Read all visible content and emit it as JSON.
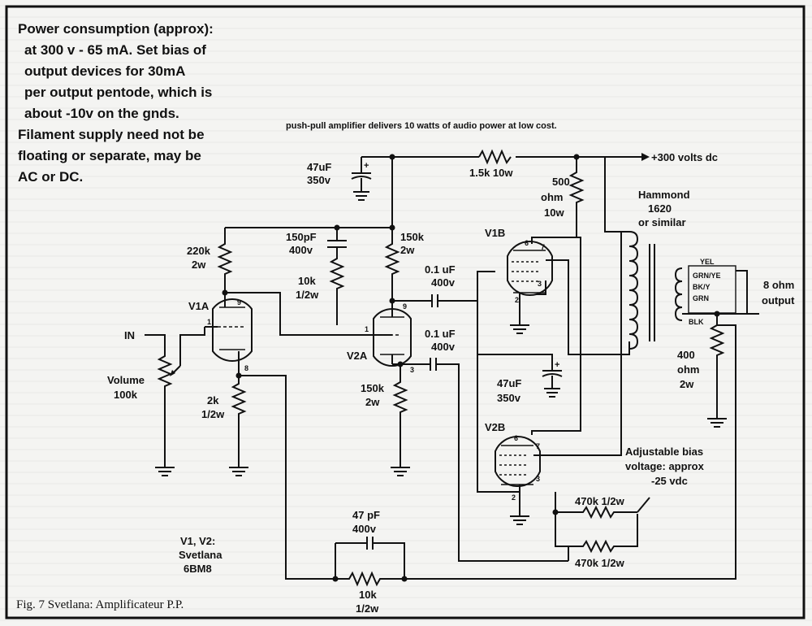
{
  "note": {
    "lines": [
      "Power consumption (approx):",
      "at 300 v - 65 mA. Set bias of",
      "output devices for 30mA",
      "per output pentode, which is",
      "about -10v on the gnds.",
      "Filament supply need not be",
      "floating or separate, may be",
      "AC or DC."
    ]
  },
  "headline": "push-pull amplifier delivers 10 watts of audio power at low cost.",
  "supply_label": "+300 volts dc",
  "caption": "Fig. 7 Svetlana: Amplificateur P.P.",
  "tube_note": [
    "V1, V2:",
    "Svetlana",
    "6BM8"
  ],
  "tubes": {
    "v1a": "V1A",
    "v2a": "V2A",
    "v1b": "V1B",
    "v2b": "V2B"
  },
  "input_label": "IN",
  "volume": [
    "Volume",
    "100k"
  ],
  "components": {
    "c_supply": [
      "47uF",
      "350v"
    ],
    "r_dropper": "1.5k 10w",
    "r_500": [
      "500",
      "ohm",
      "10w"
    ],
    "transformer": [
      "Hammond",
      "1620",
      "or similar"
    ],
    "r_220k": [
      "220k",
      "2w"
    ],
    "c_150p": [
      "150pF",
      "400v"
    ],
    "r_10k_mid": [
      "10k",
      "1/2w"
    ],
    "r_150k_top": [
      "150k",
      "2w"
    ],
    "c_01_top": [
      "0.1 uF",
      "400v"
    ],
    "c_01_bot": [
      "0.1 uF",
      "400v"
    ],
    "r_2k": [
      "2k",
      "1/2w"
    ],
    "r_150k_bot": [
      "150k",
      "2w"
    ],
    "c_47u_mid": [
      "47uF",
      "350v"
    ],
    "output": [
      "8 ohm",
      "output"
    ],
    "r_400": [
      "400",
      "ohm",
      "2w"
    ],
    "bias": [
      "Adjustable bias",
      "voltage: approx",
      "-25 vdc"
    ],
    "r_470k_a": "470k 1/2w",
    "r_470k_b": "470k 1/2w",
    "c_47p": [
      "47 pF",
      "400v"
    ],
    "r_10k_fb": [
      "10k",
      "1/2w"
    ]
  },
  "secondary_taps": [
    "YEL",
    "GRN/YE",
    "BK/Y",
    "GRN",
    "BLK"
  ],
  "pins": {
    "v1a": [
      "9",
      "1",
      "8"
    ],
    "v2a": [
      "9",
      "1",
      "3"
    ],
    "v1b": [
      "6",
      "7",
      "3",
      "2"
    ],
    "v2b": [
      "6",
      "7",
      "3",
      "2"
    ]
  }
}
